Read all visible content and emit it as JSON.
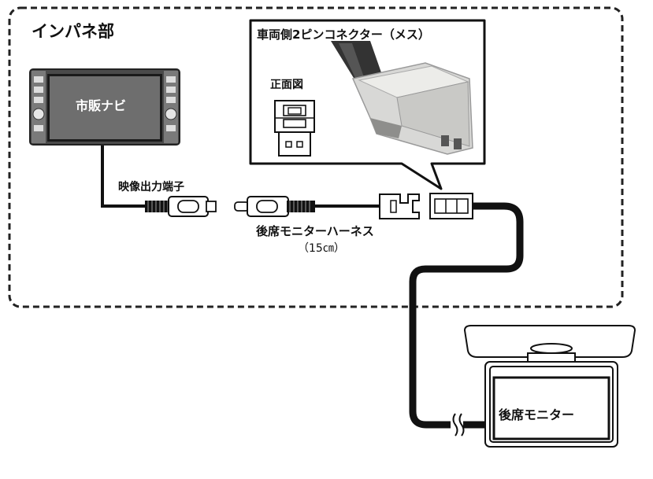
{
  "area_label": "インパネ部",
  "connector": {
    "title": "車両側2ピンコネクター（メス）",
    "front_view_label": "正面図"
  },
  "navi": {
    "label": "市販ナビ"
  },
  "video_output": {
    "label": "映像出力端子"
  },
  "harness": {
    "name": "後席モニターハーネス",
    "length": "（15㎝）"
  },
  "rear_monitor": {
    "label": "後席モニター"
  },
  "icons": [
    "navi-unit-icon",
    "rca-plug-icon",
    "rca-jack-icon",
    "2pin-connector-icon",
    "ceiling-monitor-icon",
    "cable-break-icon"
  ]
}
